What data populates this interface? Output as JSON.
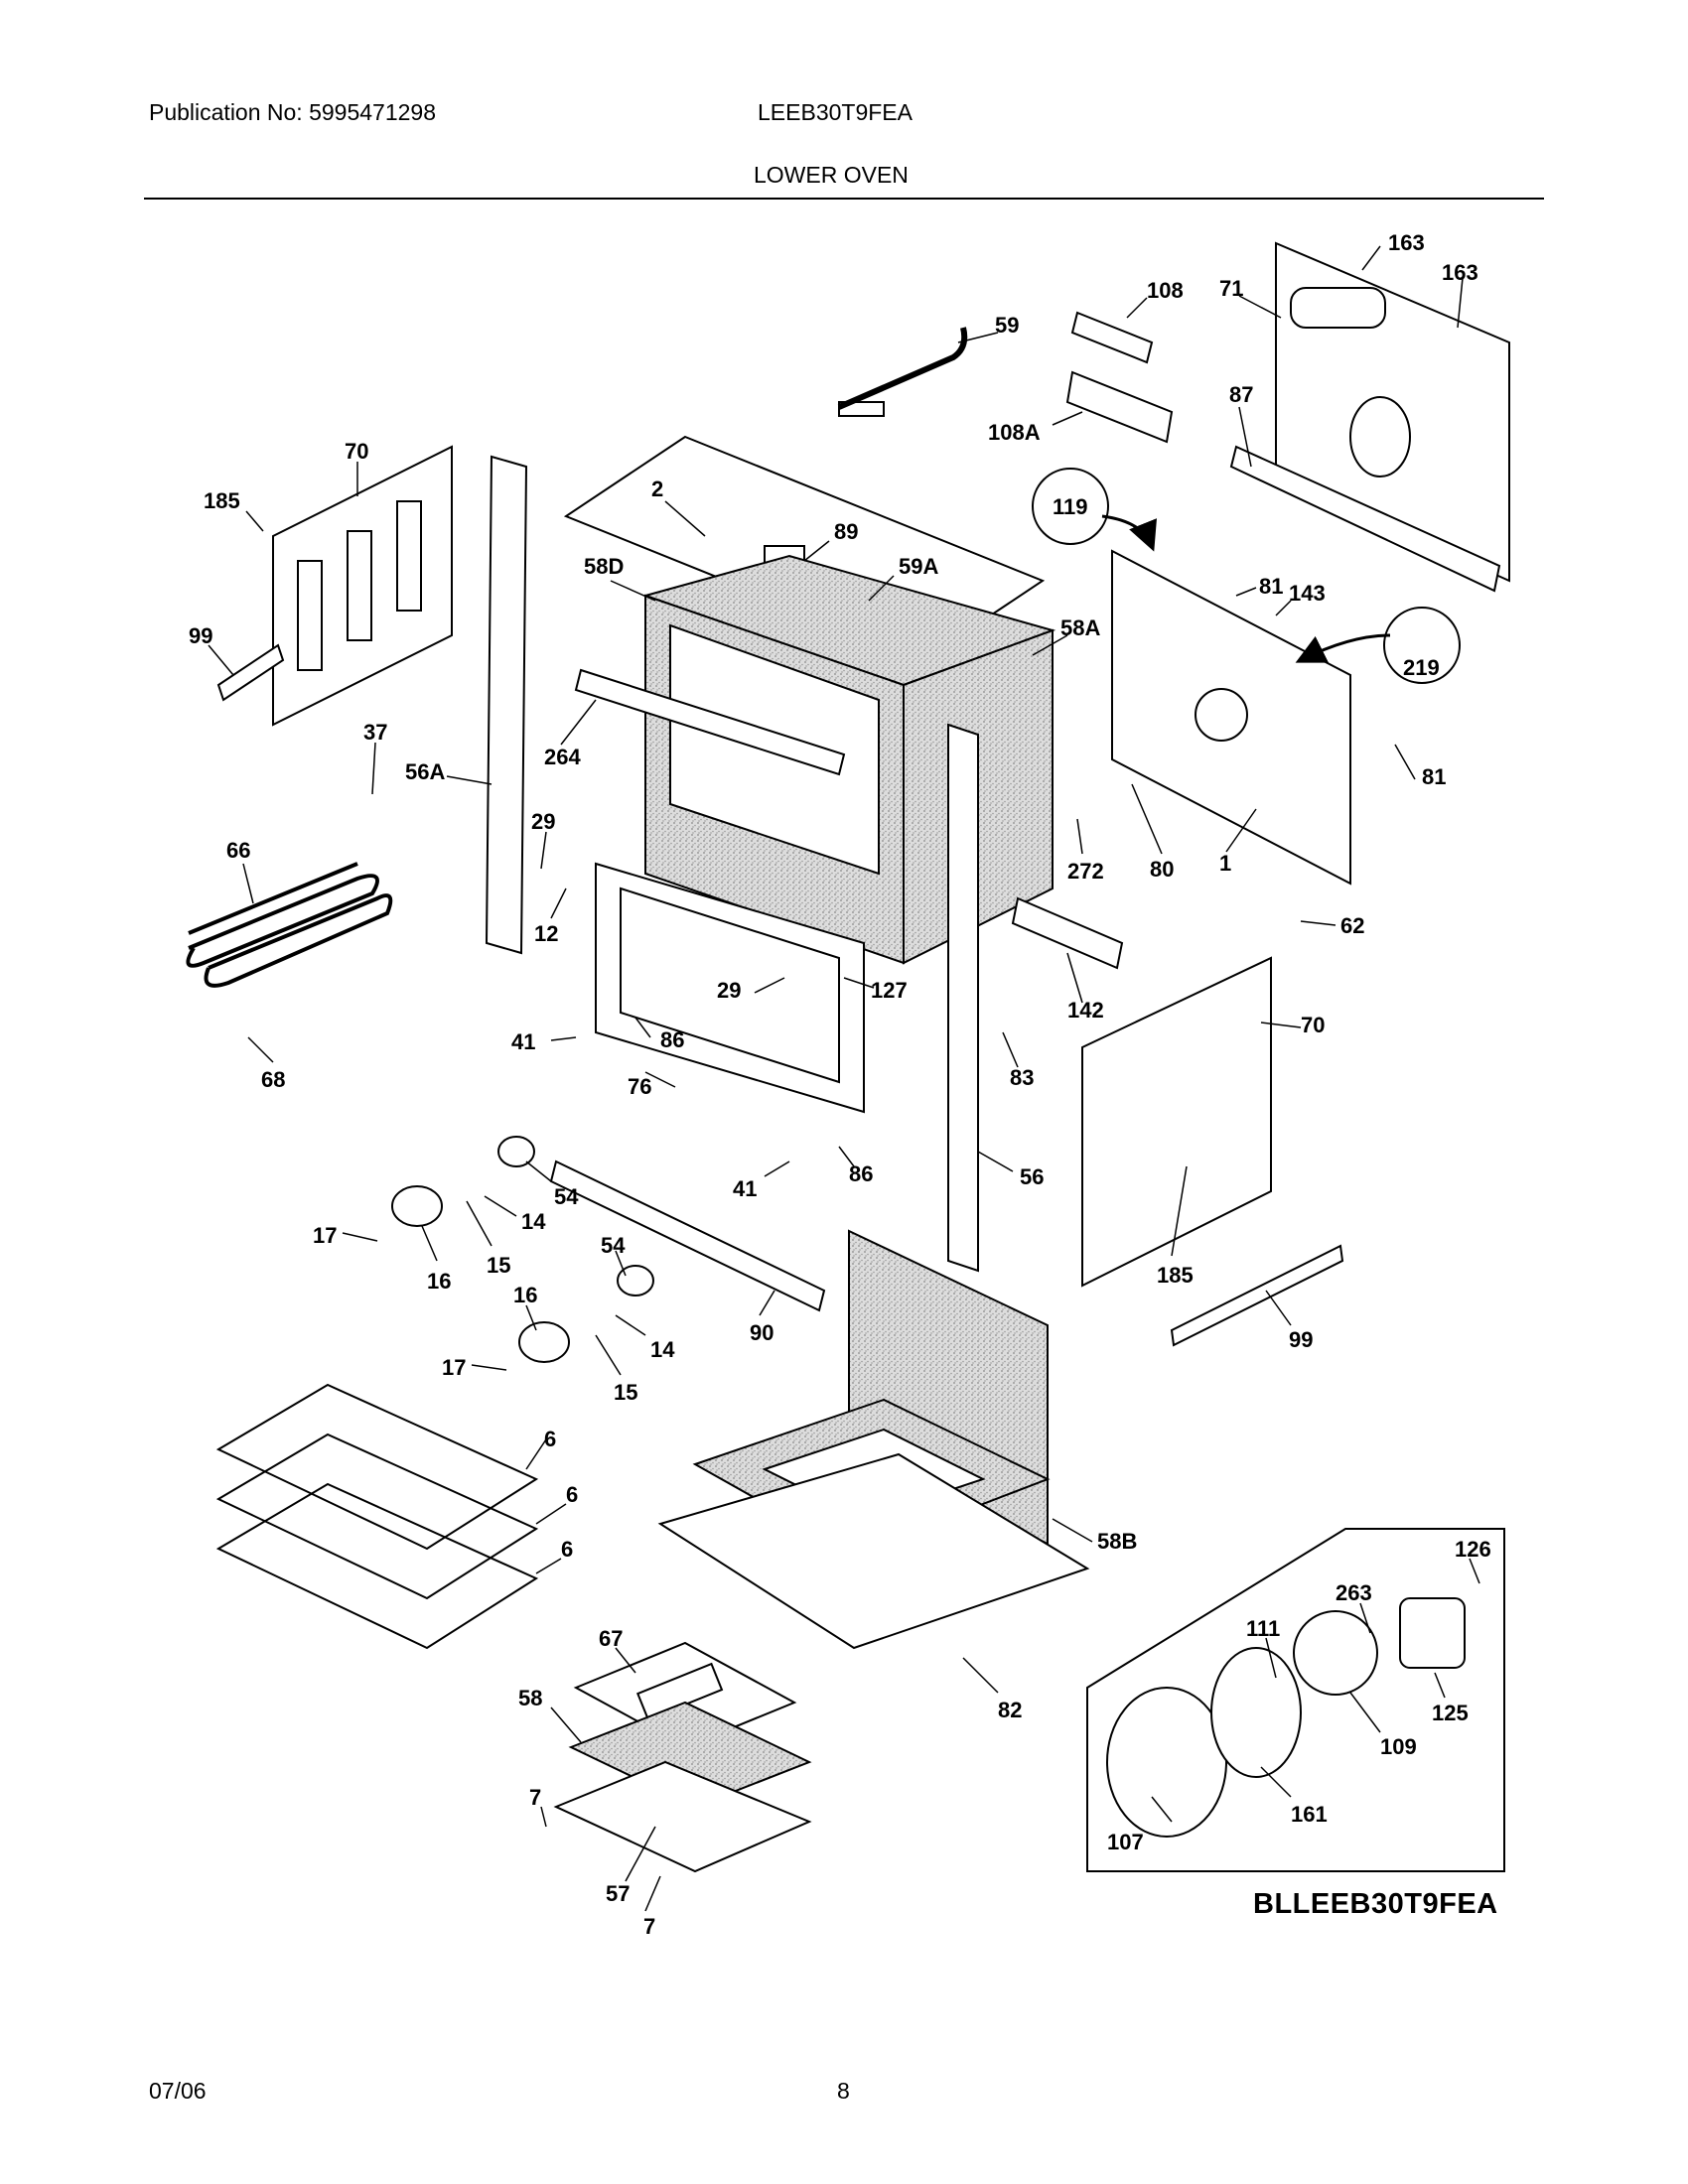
{
  "header": {
    "publication": "Publication No: 5995471298",
    "model": "LEEB30T9FEA",
    "section_title": "LOWER OVEN"
  },
  "diagram_code": "BLLEEB30T9FEA",
  "footer": {
    "date": "07/06",
    "page_number": "8"
  },
  "part_labels": [
    {
      "id": "163a",
      "text": "163"
    },
    {
      "id": "163b",
      "text": "163"
    },
    {
      "id": "108",
      "text": "108"
    },
    {
      "id": "71",
      "text": "71"
    },
    {
      "id": "59",
      "text": "59"
    },
    {
      "id": "87",
      "text": "87"
    },
    {
      "id": "108A",
      "text": "108A"
    },
    {
      "id": "70a",
      "text": "70"
    },
    {
      "id": "185a",
      "text": "185"
    },
    {
      "id": "2",
      "text": "2"
    },
    {
      "id": "89",
      "text": "89"
    },
    {
      "id": "119",
      "text": "119"
    },
    {
      "id": "58D",
      "text": "58D"
    },
    {
      "id": "59A",
      "text": "59A"
    },
    {
      "id": "81a",
      "text": "81"
    },
    {
      "id": "143",
      "text": "143"
    },
    {
      "id": "58A",
      "text": "58A"
    },
    {
      "id": "219",
      "text": "219"
    },
    {
      "id": "99a",
      "text": "99"
    },
    {
      "id": "37",
      "text": "37"
    },
    {
      "id": "264",
      "text": "264"
    },
    {
      "id": "56A",
      "text": "56A"
    },
    {
      "id": "81b",
      "text": "81"
    },
    {
      "id": "29a",
      "text": "29"
    },
    {
      "id": "66",
      "text": "66"
    },
    {
      "id": "272",
      "text": "272"
    },
    {
      "id": "80",
      "text": "80"
    },
    {
      "id": "1",
      "text": "1"
    },
    {
      "id": "12",
      "text": "12"
    },
    {
      "id": "62",
      "text": "62"
    },
    {
      "id": "29b",
      "text": "29"
    },
    {
      "id": "127",
      "text": "127"
    },
    {
      "id": "142",
      "text": "142"
    },
    {
      "id": "70b",
      "text": "70"
    },
    {
      "id": "41a",
      "text": "41"
    },
    {
      "id": "86a",
      "text": "86"
    },
    {
      "id": "68",
      "text": "68"
    },
    {
      "id": "83",
      "text": "83"
    },
    {
      "id": "76",
      "text": "76"
    },
    {
      "id": "54a",
      "text": "54"
    },
    {
      "id": "86b",
      "text": "86"
    },
    {
      "id": "41b",
      "text": "41"
    },
    {
      "id": "56",
      "text": "56"
    },
    {
      "id": "17a",
      "text": "17"
    },
    {
      "id": "14a",
      "text": "14"
    },
    {
      "id": "16a",
      "text": "16"
    },
    {
      "id": "15a",
      "text": "15"
    },
    {
      "id": "185b",
      "text": "185"
    },
    {
      "id": "54b",
      "text": "54"
    },
    {
      "id": "16b",
      "text": "16"
    },
    {
      "id": "90",
      "text": "90"
    },
    {
      "id": "14b",
      "text": "14"
    },
    {
      "id": "99b",
      "text": "99"
    },
    {
      "id": "17b",
      "text": "17"
    },
    {
      "id": "15b",
      "text": "15"
    },
    {
      "id": "6a",
      "text": "6"
    },
    {
      "id": "6b",
      "text": "6"
    },
    {
      "id": "6c",
      "text": "6"
    },
    {
      "id": "58B",
      "text": "58B"
    },
    {
      "id": "126",
      "text": "126"
    },
    {
      "id": "67",
      "text": "67"
    },
    {
      "id": "263",
      "text": "263"
    },
    {
      "id": "111",
      "text": "111"
    },
    {
      "id": "82",
      "text": "82"
    },
    {
      "id": "125",
      "text": "125"
    },
    {
      "id": "58",
      "text": "58"
    },
    {
      "id": "109",
      "text": "109"
    },
    {
      "id": "161",
      "text": "161"
    },
    {
      "id": "107",
      "text": "107"
    },
    {
      "id": "7a",
      "text": "7"
    },
    {
      "id": "57",
      "text": "57"
    },
    {
      "id": "7b",
      "text": "7"
    }
  ]
}
